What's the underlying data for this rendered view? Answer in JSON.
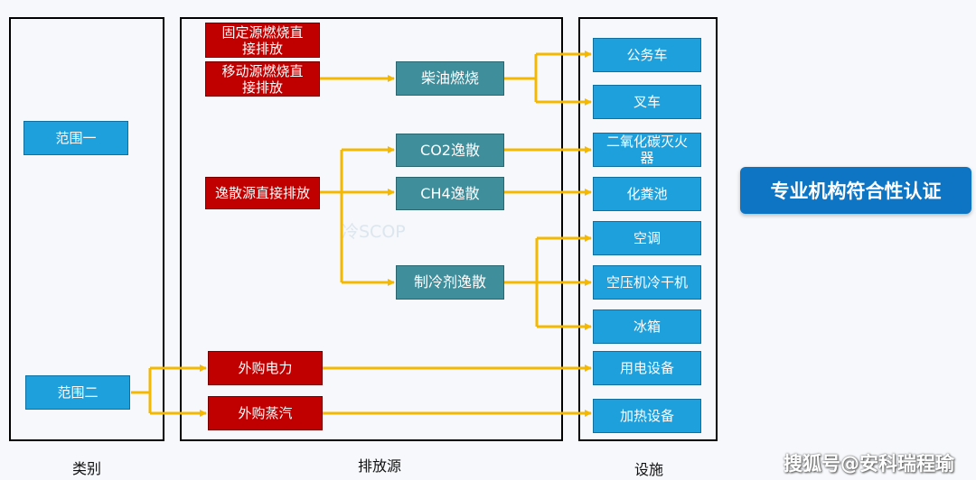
{
  "columns": {
    "category": "类别",
    "source": "排放源",
    "facility": "设施"
  },
  "scopes": {
    "scope1": "范围一",
    "scope2": "范围二"
  },
  "sources": {
    "fixed": "固定源燃烧直接排放",
    "mobile": "移动源燃烧直接排放",
    "fugitive": "逸散源直接排放",
    "purchased_power": "外购电力",
    "purchased_steam": "外购蒸汽"
  },
  "processes": {
    "diesel": "柴油燃烧",
    "co2": "CO2逸散",
    "ch4": "CH4逸散",
    "refrigerant": "制冷剂逸散"
  },
  "facilities": {
    "official_car": "公务车",
    "forklift": "叉车",
    "extinguisher": "二氧化碳灭火器",
    "septic": "化粪池",
    "ac": "空调",
    "compressor": "空压机冷干机",
    "fridge": "冰箱",
    "power_equipment": "用电设备",
    "heating_equipment": "加热设备"
  },
  "badge": "专业机构符合性认证",
  "watermark": "冷SCOP",
  "credit": "搜狐号@安科瑞程瑜",
  "colors": {
    "arrow": "#f5b800",
    "scope_box": "#1ea0dc",
    "source_box": "#c00000",
    "process_box": "#3f8e9c"
  }
}
